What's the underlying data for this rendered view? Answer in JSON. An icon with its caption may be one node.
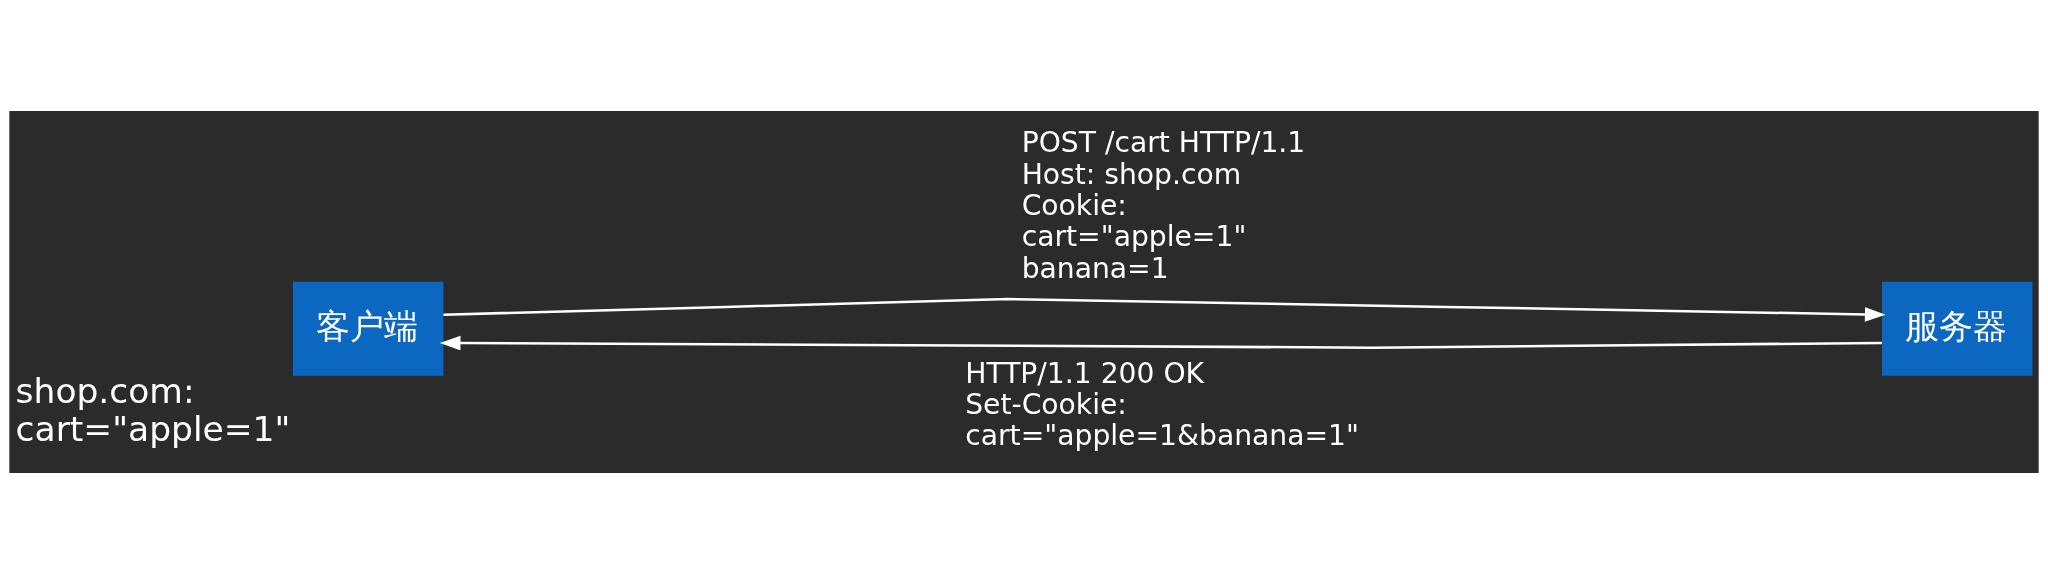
{
  "diagram": {
    "nodes": [
      {
        "text": [
          "客户端"
        ],
        "beside": [
          "shop.com: cart=\"apple=1\""
        ]
      },
      {
        "text": [
          "服务器"
        ]
      }
    ],
    "edges": [
      {
        "from": 0,
        "to": 1,
        "arrow": "to",
        "label": "POST /cart HTTP/1.1 Host: shop.com Cookie: cart=\"apple=1\" banana=1"
      },
      {
        "from": 1,
        "to": 0,
        "arrow": "to",
        "label": "HTTP/1.1 200 OK Set-Cookie: cart=\"apple=1&banana=1\""
      }
    ]
  }
}
